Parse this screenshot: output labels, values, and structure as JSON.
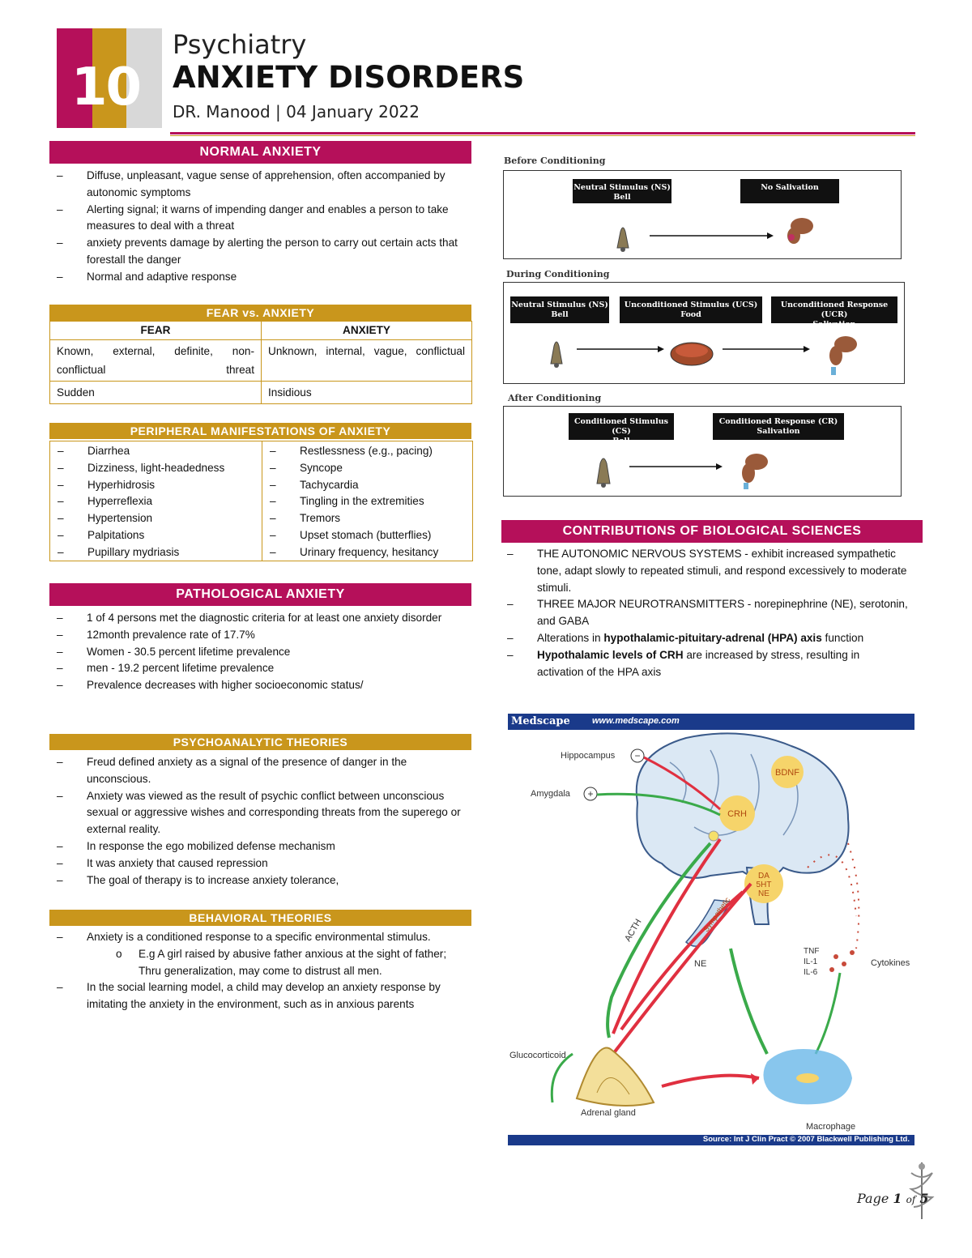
{
  "header": {
    "number": "10",
    "subject": "Psychiatry",
    "title": "ANXIETY DISORDERS",
    "meta": "DR. Manood | 04 January 2022"
  },
  "normal_anxiety": {
    "title": "NORMAL ANXIETY",
    "items": [
      "Diffuse, unpleasant, vague sense of apprehension, often accompanied by autonomic symptoms",
      "Alerting signal; it warns of impending danger and enables a person to take measures to deal with a threat",
      "anxiety prevents damage by alerting the person to carry out certain acts that forestall the danger",
      "Normal and adaptive response"
    ]
  },
  "fear_vs_anxiety": {
    "title": "FEAR vs. ANXIETY",
    "headers": [
      "FEAR",
      "ANXIETY"
    ],
    "rows": [
      [
        "Known, external, definite, non-conflictual threat",
        "Unknown, internal, vague, conflictual"
      ],
      [
        "Sudden",
        "Insidious"
      ]
    ]
  },
  "peripheral": {
    "title": "PERIPHERAL MANIFESTATIONS OF ANXIETY",
    "left": [
      "Diarrhea",
      "Dizziness, light-headedness",
      "Hyperhidrosis",
      "Hyperreflexia",
      "Hypertension",
      "Palpitations",
      "Pupillary mydriasis"
    ],
    "right": [
      "Restlessness (e.g., pacing)",
      "Syncope",
      "Tachycardia",
      "Tingling in the extremities",
      "Tremors",
      "Upset stomach (butterflies)",
      "Urinary frequency, hesitancy"
    ]
  },
  "pathological": {
    "title": "PATHOLOGICAL ANXIETY",
    "items": [
      "1 of 4 persons met  the diagnostic criteria for at least one anxiety disorder",
      "12month prevalence rate of 17.7%",
      "Women - 30.5 percent lifetime prevalence",
      "men  - 19.2 percent lifetime prevalence",
      "Prevalence decreases with higher socioeconomic status/"
    ]
  },
  "psychoanalytic": {
    "title": "PSYCHOANALYTIC THEORIES",
    "items": [
      "Freud defined anxiety as a signal of the presence of danger in the unconscious.",
      "Anxiety was viewed as the result of psychic conflict between unconscious sexual or aggressive wishes and corresponding threats from the superego or external reality.",
      "In response the ego mobilized defense mechanism",
      "It was anxiety that caused repression",
      "The goal of therapy is to increase anxiety tolerance,"
    ]
  },
  "behavioral": {
    "title": "BEHAVIORAL THEORIES",
    "item1": "Anxiety is a conditioned response to a specific environmental stimulus.",
    "sub1": "E.g A girl raised by abusive father  anxious at the sight of father; Thru generalization, may come to distrust all men.",
    "item2": "In the social learning model, a child may develop an anxiety response by imitating the anxiety in the environment, such as in anxious parents"
  },
  "conditioning": {
    "before_label": "Before Conditioning",
    "during_label": "During Conditioning",
    "after_label": "After Conditioning",
    "ns_bell": "Neutral Stimulus (NS)\nBell",
    "no_salivation": "No Salivation",
    "ucs_food": "Unconditioned Stimulus (UCS)\nFood",
    "ucr_salivation": "Unconditioned Response (UCR)\nSalivation",
    "cs_bell": "Conditioned Stimulus (CS)\nBell",
    "cr_salivation": "Conditioned Response (CR)\nSalivation"
  },
  "bio": {
    "title": "CONTRIBUTIONS OF BIOLOGICAL SCIENCES",
    "item1": "THE AUTONOMIC NERVOUS SYSTEMS - exhibit increased sympathetic tone, adapt slowly to repeated stimuli, and respond excessively to moderate stimuli.",
    "item2": "THREE MAJOR NEUROTRANSMITTERS - norepinephrine (NE), serotonin, and GABA",
    "item3_pre": "Alterations in ",
    "item3_bold": "hypothalamic-pituitary-adrenal (HPA) axis",
    "item3_post": " function",
    "item4_bold": "Hypothalamic levels of CRH",
    "item4_post": " are increased by stress, resulting in activation of the HPA axis"
  },
  "figure": {
    "brand": "Medscape",
    "url": "www.medscape.com",
    "hippocampus": "Hippocampus",
    "amygdala": "Amygdala",
    "bdnf": "BDNF",
    "crh": "CRH",
    "da": "DA",
    "ht": "5HT",
    "ne_box": "NE",
    "acth": "ACTH",
    "sympathetic": "Sympathetic",
    "ne": "NE",
    "tnf": "TNF",
    "il1": "IL-1",
    "il6": "IL-6",
    "cytokines": "Cytokines",
    "glucocorticoid": "Glucocorticoid",
    "adrenal": "Adrenal gland",
    "macrophage": "Macrophage",
    "source": "Source: Int J Clin Pract © 2007 Blackwell Publishing Ltd.",
    "minus": "−",
    "plus": "+"
  },
  "footer": {
    "page_word": "Page",
    "page_num": "1",
    "of_word": "of",
    "total": "5"
  }
}
